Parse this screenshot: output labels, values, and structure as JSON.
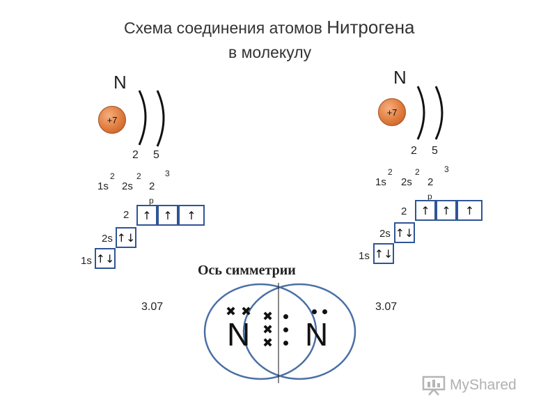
{
  "title": {
    "part1": "Схема соединения атомов ",
    "part2": "Нитрогена",
    "line2": "в молекулу"
  },
  "atoms": [
    {
      "symbol": "N",
      "charge": "+7",
      "shell1": "2",
      "shell2": "5",
      "config": {
        "s1": "1s",
        "s1_sup": "2",
        "s2": "2s",
        "s2_sup": "2",
        "p": "2",
        "p_sub": "p",
        "p_sup": "3"
      },
      "levels": {
        "one_s": "1s",
        "two_s": "2s",
        "two_p": "2",
        "two_p_sub": "p"
      },
      "cells": {
        "one_s": "↑↓",
        "two_s": "↑↓",
        "p1": "↑",
        "p2": "↑",
        "p3": "↑"
      }
    },
    {
      "symbol": "N",
      "charge": "+7",
      "shell1": "2",
      "shell2": "5",
      "config": {
        "s1": "1s",
        "s1_sup": "2",
        "s2": "2s",
        "s2_sup": "2",
        "p": "2",
        "p_sub": "p",
        "p_sup": "3"
      },
      "levels": {
        "one_s": "1s",
        "two_s": "2s",
        "two_p": "2",
        "two_p_sub": "p"
      },
      "cells": {
        "one_s": "↑↓",
        "two_s": "↑↓",
        "p1": "↑",
        "p2": "↑",
        "p3": "↑"
      }
    }
  ],
  "molecule": {
    "axis_label": "Ось симметрии",
    "left_value": "3.07",
    "right_value": "3.07",
    "left_symbol": "N",
    "right_symbol": "N",
    "cross": "✖"
  },
  "watermark": {
    "text": "MyShared"
  },
  "colors": {
    "cell_border": "#2f5496",
    "circle_border": "#4a6fa5",
    "nucleus": "#e07a3c"
  },
  "icons": [
    "electron-shell-arc",
    "nucleus-sphere",
    "presentation-logo-icon"
  ]
}
